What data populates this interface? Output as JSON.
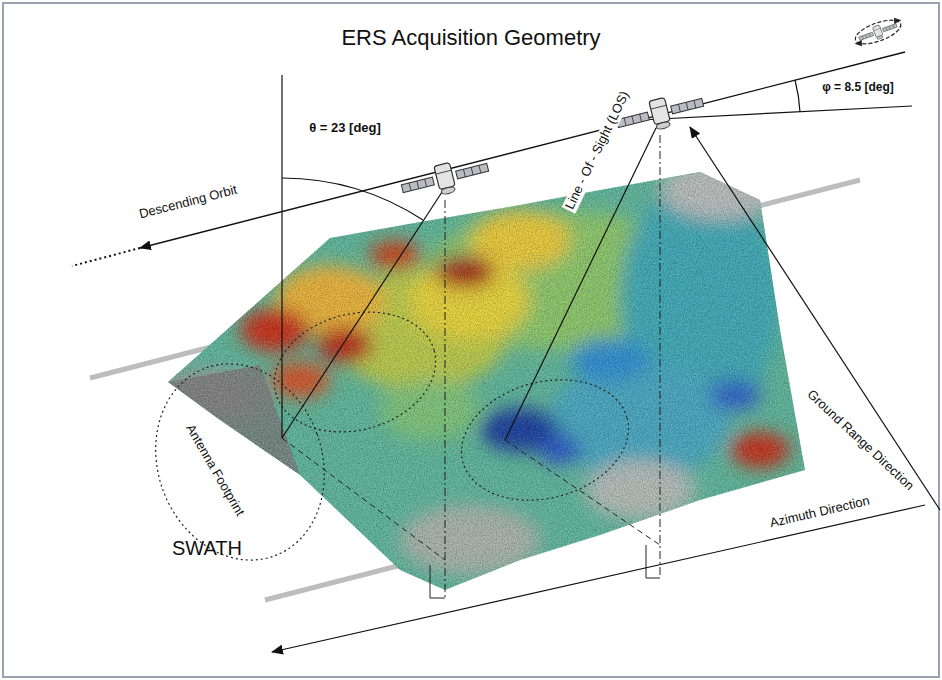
{
  "diagram": {
    "title": "ERS Acquisition Geometry",
    "labels": [
      "Descending Orbit",
      "θ = 23 [deg]",
      "Line - Of - Sight (LOS)",
      "φ = 8.5 [deg]",
      "Antenna Footprint",
      "SWATH",
      "Ground Range Direction",
      "Azimuth Direction"
    ]
  }
}
